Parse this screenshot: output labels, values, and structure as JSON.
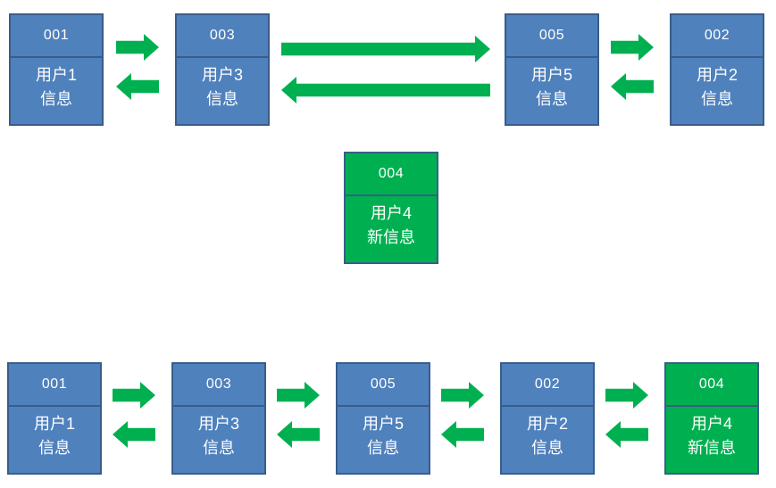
{
  "colors": {
    "node_fill": "#4f81bd",
    "node_border": "#385d8a",
    "green_fill": "#00b050",
    "arrow_color": "#00b050",
    "node_text": "#ffffff"
  },
  "top_row": {
    "nodes": [
      {
        "id": "001",
        "line1": "用户1",
        "line2": "信息"
      },
      {
        "id": "003",
        "line1": "用户3",
        "line2": "信息"
      },
      {
        "id": "005",
        "line1": "用户5",
        "line2": "信息"
      },
      {
        "id": "002",
        "line1": "用户2",
        "line2": "信息"
      }
    ]
  },
  "insert_node": {
    "id": "004",
    "line1": "用户4",
    "line2": "新信息"
  },
  "bottom_row": {
    "nodes": [
      {
        "id": "001",
        "line1": "用户1",
        "line2": "信息"
      },
      {
        "id": "003",
        "line1": "用户3",
        "line2": "信息"
      },
      {
        "id": "005",
        "line1": "用户5",
        "line2": "信息"
      },
      {
        "id": "002",
        "line1": "用户2",
        "line2": "信息"
      },
      {
        "id": "004",
        "line1": "用户4",
        "line2": "新信息"
      }
    ]
  }
}
